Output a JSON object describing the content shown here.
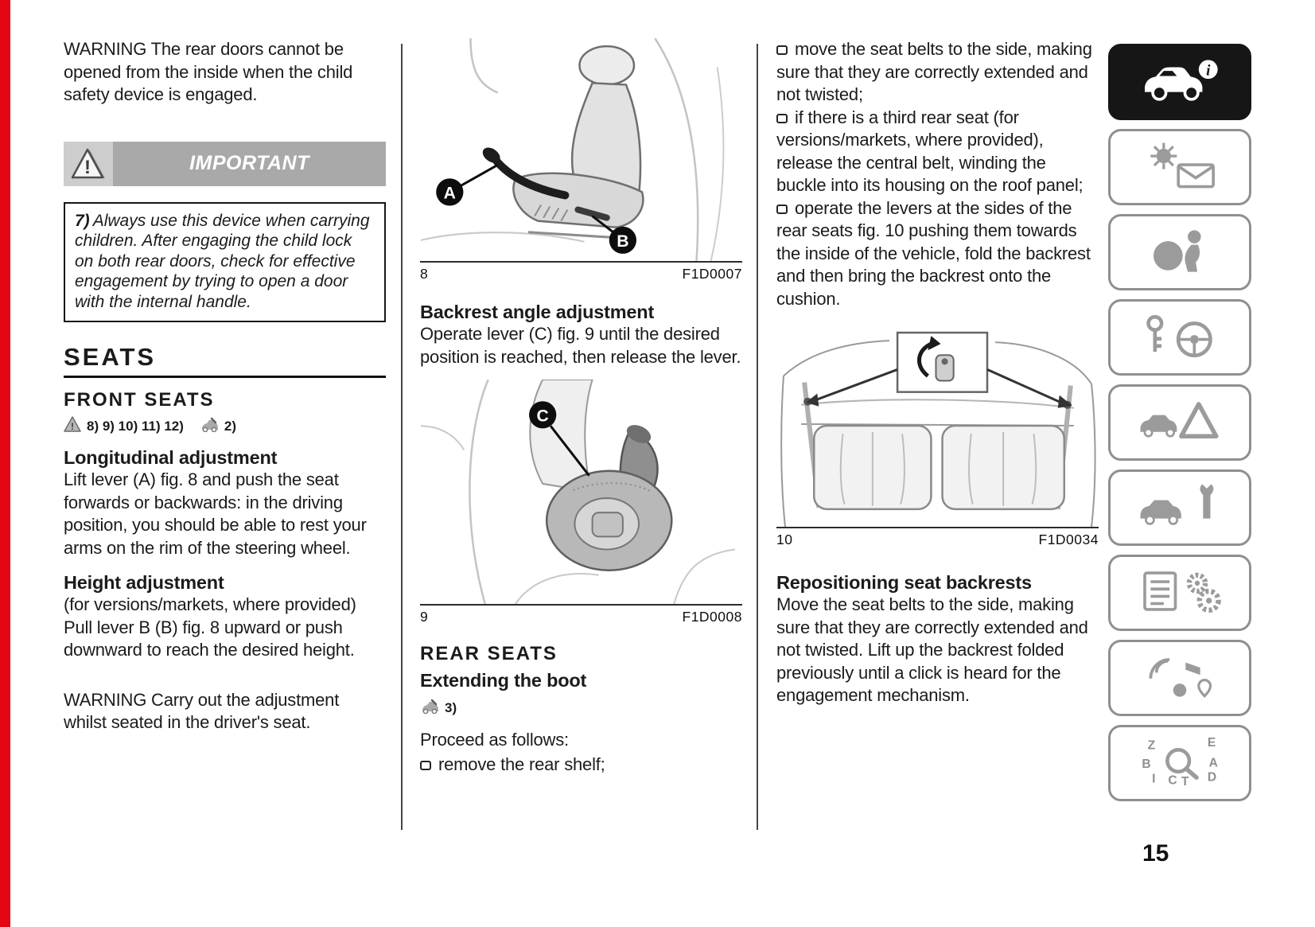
{
  "page": {
    "number": "15"
  },
  "colors": {
    "accent_red": "#e30613",
    "banner_bg": "#a9a9a9",
    "banner_icon_bg": "#cdcdcd",
    "active_tab_bg": "#161616",
    "icon_gray": "#9b9b9b"
  },
  "col1": {
    "warning_top": "WARNING The rear doors cannot be opened from the inside when the child safety device is engaged.",
    "important_label": "IMPORTANT",
    "note7_num": "7)",
    "note7_text": "Always use this device when carrying children. After engaging the child lock on both rear doors, check for effective engagement by trying to open a door with the internal handle.",
    "seats_heading": "SEATS",
    "front_seats_heading": "FRONT SEATS",
    "front_refs_warning": "8) 9) 10) 11) 12)",
    "front_refs_other": "2)",
    "longitudinal_heading": "Longitudinal adjustment",
    "longitudinal_text": "Lift lever (A) fig. 8 and push the seat forwards or backwards: in the driving position, you should be able to rest your arms on the rim of the steering wheel.",
    "height_heading": "Height adjustment",
    "height_provided": "(for versions/markets, where provided)",
    "height_text": "Pull lever B (B) fig. 8 upward or push downward to reach the desired height.",
    "warning_bottom": "WARNING Carry out the adjustment whilst seated in the driver's seat."
  },
  "col2": {
    "fig8": {
      "number": "8",
      "code": "F1D0007",
      "labels": [
        "A",
        "B"
      ]
    },
    "backrest_heading": "Backrest angle adjustment",
    "backrest_text": "Operate lever (C) fig. 9 until the desired position is reached, then release the lever.",
    "fig9": {
      "number": "9",
      "code": "F1D0008",
      "labels": [
        "C"
      ]
    },
    "rear_seats_heading": "REAR SEATS",
    "extending_heading": "Extending the boot",
    "extending_ref": "3)",
    "proceed_text": "Proceed as follows:",
    "bullet1": "remove the rear shelf;"
  },
  "col3": {
    "bullets": [
      "move the seat belts to the side, making sure that they are correctly extended and not twisted;",
      "if there is a third rear seat (for versions/markets, where provided), release the central belt, winding the buckle into its housing on the roof panel;",
      "operate the levers at the sides of the rear seats fig. 10 pushing them towards the inside of the vehicle, fold the backrest and then bring the backrest onto the cushion."
    ],
    "fig10": {
      "number": "10",
      "code": "F1D0034"
    },
    "repositioning_heading": "Repositioning seat backrests",
    "repositioning_text": "Move the seat belts to the side, making sure that they are correctly extended and not twisted. Lift up the backrest folded previously until a click is heard for the engagement mechanism."
  },
  "sidebar": {
    "items": [
      {
        "id": "vehicle",
        "icon": "car-info-icon",
        "active": true
      },
      {
        "id": "dashboard",
        "icon": "sun-envelope-icon",
        "active": false
      },
      {
        "id": "safety",
        "icon": "airbag-icon",
        "active": false
      },
      {
        "id": "driving",
        "icon": "key-steering-icon",
        "active": false
      },
      {
        "id": "emergency",
        "icon": "warning-car-icon",
        "active": false
      },
      {
        "id": "servicing",
        "icon": "car-wrench-icon",
        "active": false
      },
      {
        "id": "technical-data",
        "icon": "list-gear-icon",
        "active": false
      },
      {
        "id": "multimedia",
        "icon": "multimedia-icon",
        "active": false
      },
      {
        "id": "index",
        "icon": "index-search-icon",
        "active": false
      }
    ],
    "index_letters": [
      "Z",
      "E",
      "B",
      "A",
      "I",
      "C",
      "T",
      "D"
    ]
  }
}
